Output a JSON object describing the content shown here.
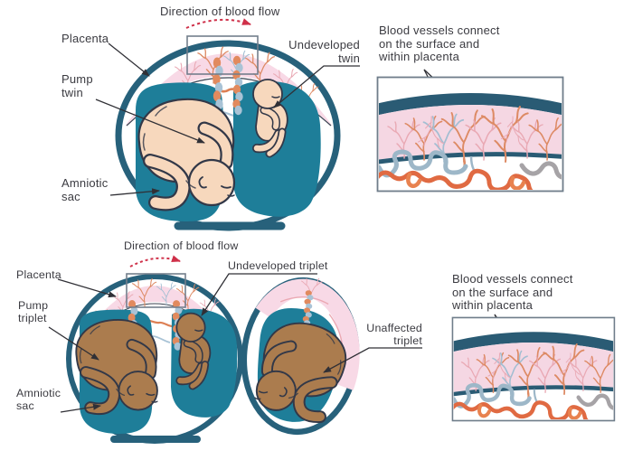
{
  "top_section": {
    "direction_label": "Direction of blood flow",
    "placenta_label": "Placenta",
    "pump_twin_label": [
      "Pump",
      "twin"
    ],
    "amniotic_sac_label": [
      "Amniotic",
      "sac"
    ],
    "undeveloped_twin_label": [
      "Undeveloped",
      "twin"
    ],
    "inset_label": [
      "Blood vessels connect",
      "on the surface and",
      "within placenta"
    ]
  },
  "bottom_section": {
    "direction_label": "Direction of blood flow",
    "placenta_label": "Placenta",
    "pump_triplet_label": [
      "Pump",
      "triplet"
    ],
    "amniotic_sac_label": [
      "Amniotic",
      "sac"
    ],
    "undeveloped_triplet_label": "Undeveloped triplet",
    "unaffected_triplet_label": [
      "Unaffected",
      "triplet"
    ],
    "inset_label": [
      "Blood vessels connect",
      "on the surface and",
      "within placenta"
    ]
  },
  "colors": {
    "amniotic_teal": "#1e7e99",
    "uterus_outline": "#27617b",
    "twin_skin": "#f7d8bd",
    "triplet_skin": "#ab7c4e",
    "placenta_pink": "#f8d9e6",
    "vessel_orange": "#e06a42",
    "vessel_blue": "#9db7c8",
    "blood_flow_arrow_red": "#cf3049",
    "label_text": "#3b3b41",
    "highlight_box_gray": "#737e8c"
  }
}
